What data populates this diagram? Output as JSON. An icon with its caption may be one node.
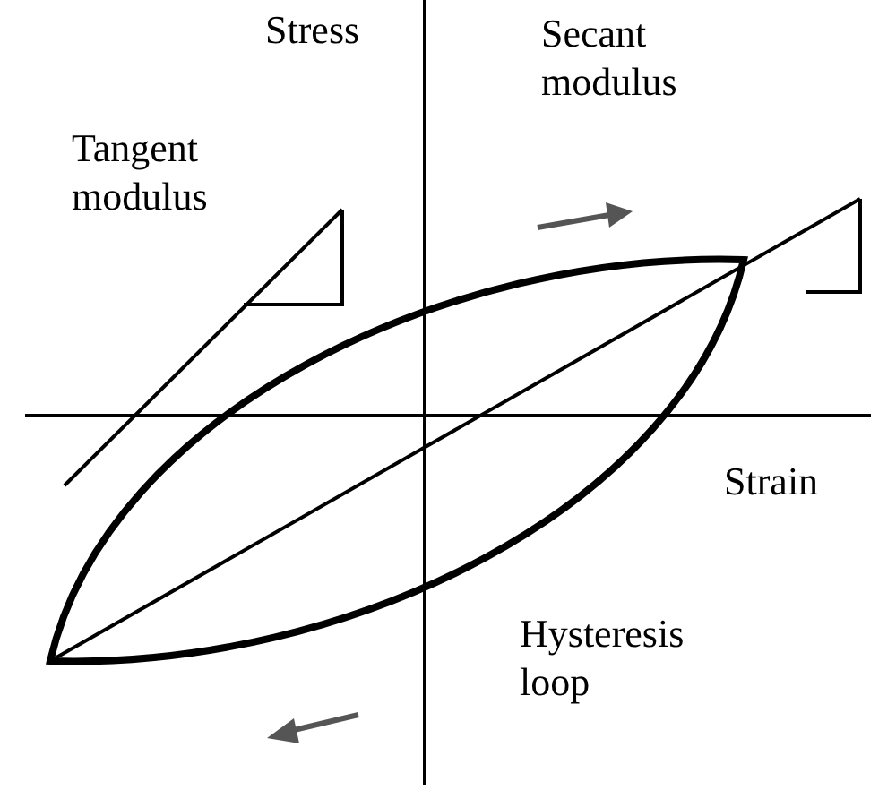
{
  "diagram": {
    "labels": [
      "Stress",
      "Secant modulus",
      "Tangent modulus",
      "Strain",
      "Hysteresis loop"
    ]
  }
}
